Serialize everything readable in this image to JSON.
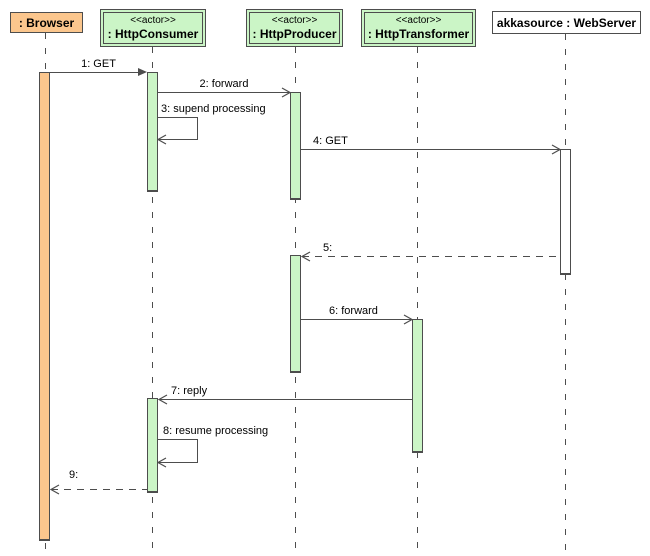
{
  "lifelines": [
    {
      "stereotype": "",
      "name": ": Browser"
    },
    {
      "stereotype": "<<actor>>",
      "name": ": HttpConsumer"
    },
    {
      "stereotype": "<<actor>>",
      "name": ": HttpProducer"
    },
    {
      "stereotype": "<<actor>>",
      "name": ": HttpTransformer"
    },
    {
      "stereotype": "",
      "name": "akkasource : WebServer"
    }
  ],
  "messages": [
    {
      "label": "1: GET",
      "from": ": Browser",
      "to": ": HttpConsumer",
      "kind": "call-filled-arrow"
    },
    {
      "label": "2: forward",
      "from": ": HttpConsumer",
      "to": ": HttpProducer",
      "kind": "call"
    },
    {
      "label": "3: supend processing",
      "from": ": HttpConsumer",
      "to": ": HttpConsumer",
      "kind": "self"
    },
    {
      "label": "4: GET",
      "from": ": HttpProducer",
      "to": "akkasource : WebServer",
      "kind": "call"
    },
    {
      "label": "5:",
      "from": "akkasource : WebServer",
      "to": ": HttpProducer",
      "kind": "reply-dashed"
    },
    {
      "label": "6: forward",
      "from": ": HttpProducer",
      "to": ": HttpTransformer",
      "kind": "call"
    },
    {
      "label": "7: reply",
      "from": ": HttpTransformer",
      "to": ": HttpConsumer",
      "kind": "call"
    },
    {
      "label": "8: resume processing",
      "from": ": HttpConsumer",
      "to": ": HttpConsumer",
      "kind": "self"
    },
    {
      "label": "9:",
      "from": ": HttpConsumer",
      "to": ": Browser",
      "kind": "reply-dashed"
    }
  ],
  "colors": {
    "browser_fill": "#FBC68D",
    "actor_fill": "#CBF5C6",
    "webserver_fill": "#FFFFFF",
    "stroke": "#4D4D4D",
    "text": "#000000"
  }
}
